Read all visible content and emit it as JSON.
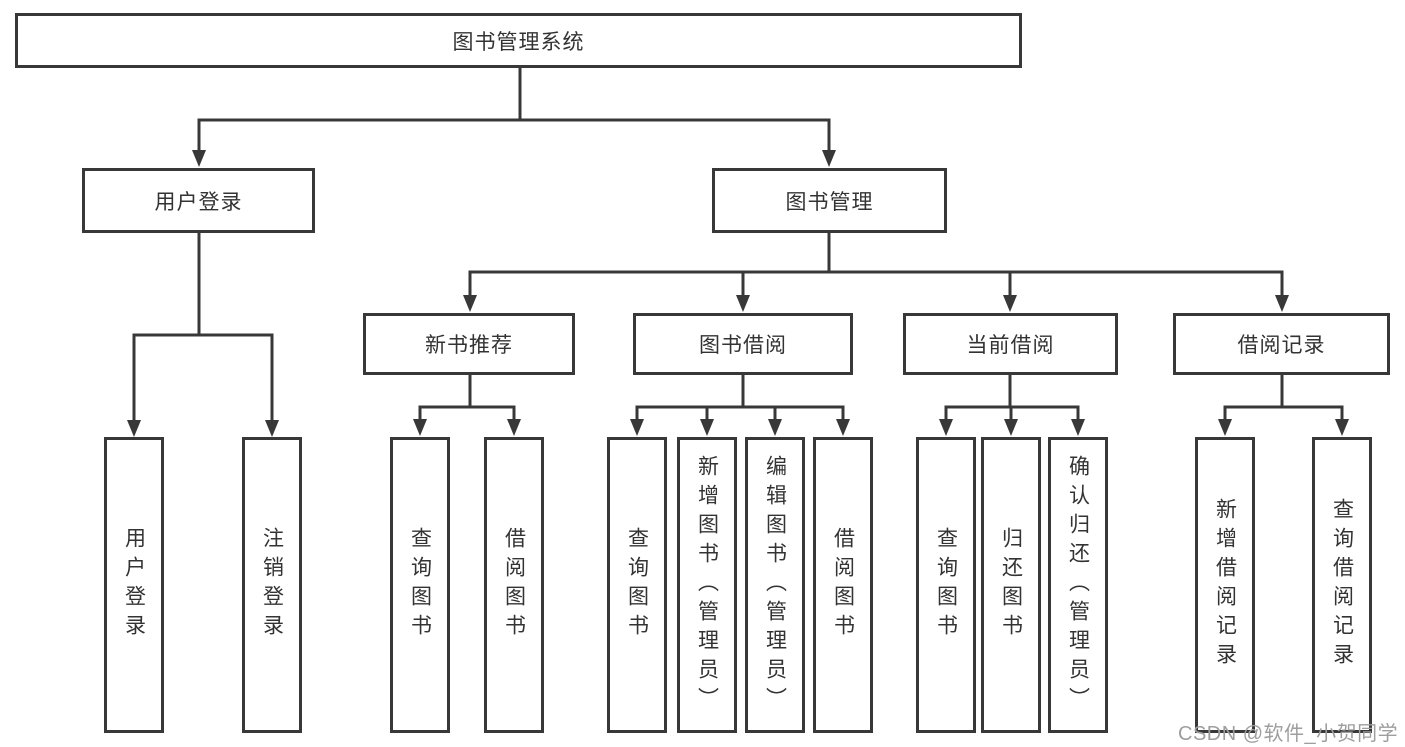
{
  "diagram": {
    "title": "图书管理系统",
    "level2": {
      "user_login": "用户登录",
      "book_management": "图书管理"
    },
    "level3": {
      "new_book_recommend": "新书推荐",
      "book_borrow": "图书借阅",
      "current_borrow": "当前借阅",
      "borrow_record": "借阅记录"
    },
    "leaves": {
      "user_login": [
        "用户登录",
        "注销登录"
      ],
      "new_book_recommend": [
        "查询图书",
        "借阅图书"
      ],
      "book_borrow": [
        "查询图书",
        "新增图书（管理员）",
        "编辑图书（管理员）",
        "借阅图书"
      ],
      "current_borrow": [
        "查询图书",
        "归还图书",
        "确认归还（管理员）"
      ],
      "borrow_record": [
        "新增借阅记录",
        "查询借阅记录"
      ]
    }
  },
  "watermark": "CSDN @软件_小贺同学",
  "colors": {
    "line": "#383838",
    "text": "#333333",
    "watermark": "#9e9e9e",
    "background": "#ffffff"
  }
}
